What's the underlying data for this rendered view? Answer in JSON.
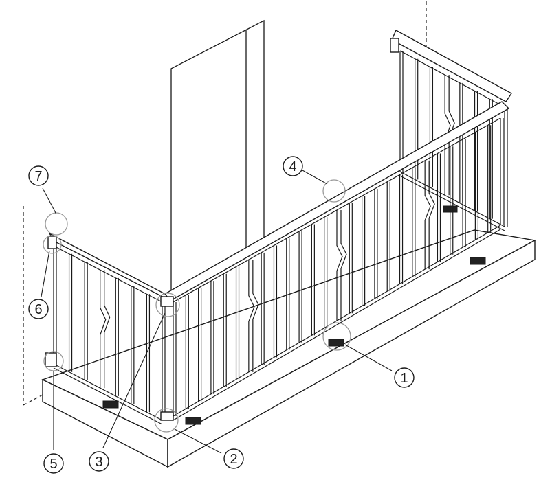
{
  "diagram": {
    "callouts": [
      {
        "label": "1"
      },
      {
        "label": "2"
      },
      {
        "label": "3"
      },
      {
        "label": "4"
      },
      {
        "label": "5"
      },
      {
        "label": "6"
      },
      {
        "label": "7"
      }
    ]
  },
  "colors": {
    "line": "#1a1a1a",
    "background": "#ffffff",
    "foot": "#222222"
  }
}
